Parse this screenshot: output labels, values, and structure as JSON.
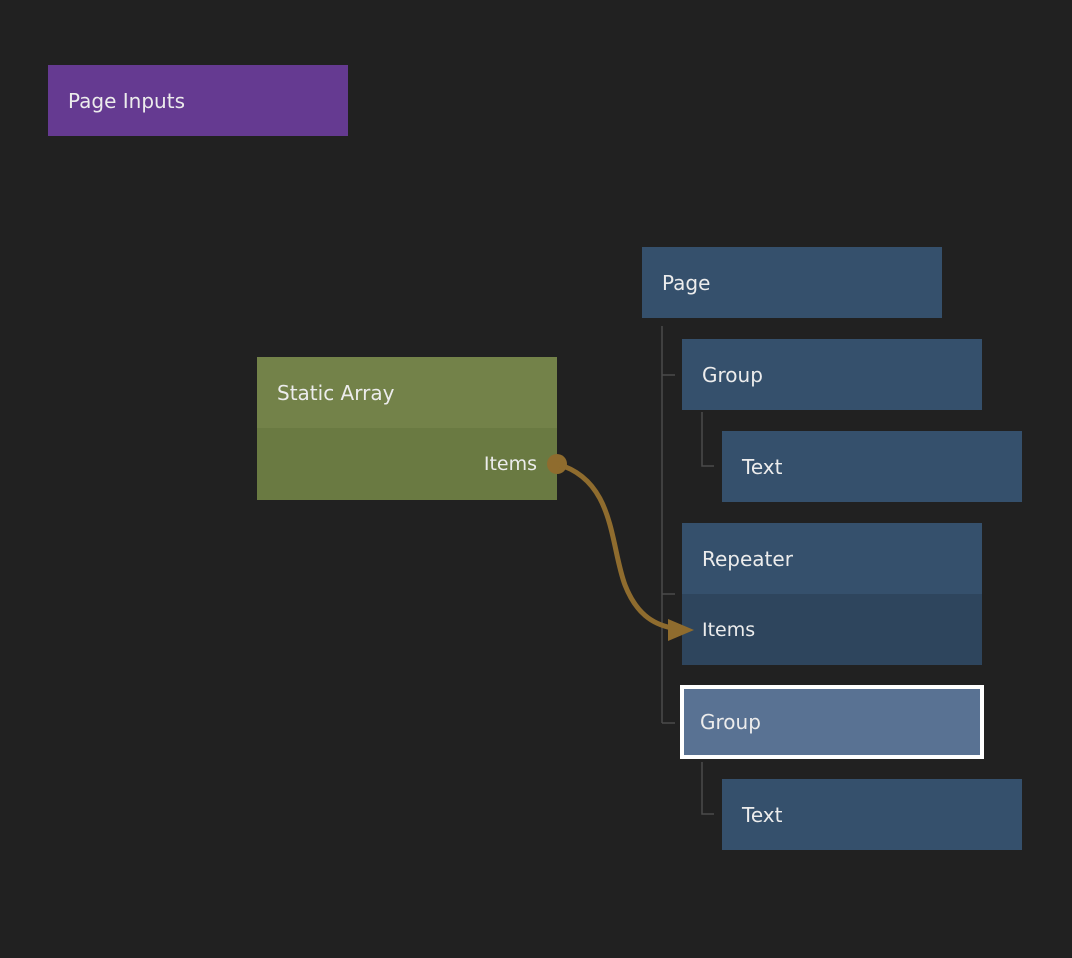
{
  "canvas": {
    "background": "#212121"
  },
  "colors": {
    "component_inputs_node": "#653a91",
    "data_node_header": "#738249",
    "data_node_body": "#6a7a42",
    "visual_node": "#35506c",
    "visual_node_port_row": "#2e455d",
    "selected_node_fill": "#597293",
    "selected_node_border": "#ffffff",
    "connection": "#8f6c2e",
    "tree_line": "#4b4b4b",
    "text": "#ececec"
  },
  "nodes": {
    "page_inputs": {
      "label": "Page Inputs"
    },
    "static_array": {
      "label": "Static Array",
      "output_port": "Items"
    },
    "page": {
      "label": "Page"
    },
    "group_1": {
      "label": "Group"
    },
    "text_1": {
      "label": "Text"
    },
    "repeater": {
      "label": "Repeater",
      "input_port": "Items"
    },
    "group_2": {
      "label": "Group",
      "selected": "true"
    },
    "text_2": {
      "label": "Text"
    }
  },
  "connection": {
    "from_node": "Static Array",
    "from_port": "Items",
    "to_node": "Repeater",
    "to_port": "Items"
  }
}
